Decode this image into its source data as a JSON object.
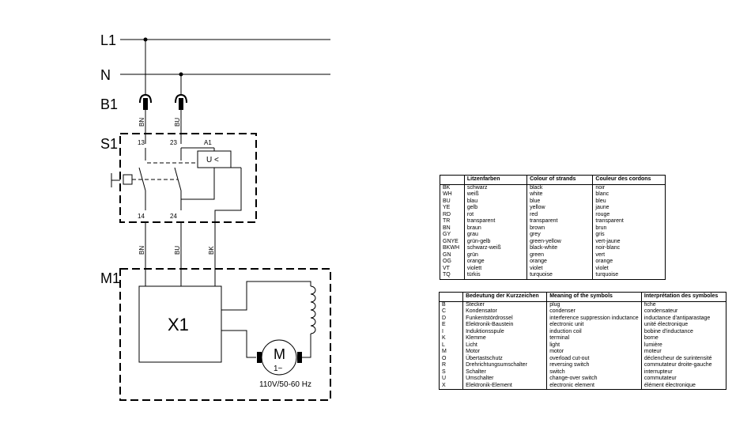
{
  "diagram": {
    "line_l1": "L1",
    "line_n": "N",
    "plug": "B1",
    "switch": "S1",
    "motor_unit": "M1",
    "electronic_element": "X1",
    "voltage_relay": "U <",
    "wire_upper_1": "BN",
    "wire_upper_2": "BU",
    "wire_lower_1": "BN",
    "wire_lower_2": "BU",
    "wire_lower_3": "BK",
    "terminal_13": "13",
    "terminal_23": "23",
    "terminal_a1": "A1",
    "terminal_14": "14",
    "terminal_24": "24",
    "motor_symbol": "M",
    "motor_phase": "1~",
    "rating": "110V/50-60 Hz"
  },
  "colour_table": {
    "headers": [
      "",
      "Litzenfarben",
      "Colour of strands",
      "Couleur des cordons"
    ],
    "rows": [
      [
        "BK",
        "schwarz",
        "black",
        "noir"
      ],
      [
        "WH",
        "weiß",
        "white",
        "blanc"
      ],
      [
        "BU",
        "blau",
        "blue",
        "bleu"
      ],
      [
        "YE",
        "gelb",
        "yellow",
        "jaune"
      ],
      [
        "RD",
        "rot",
        "red",
        "rouge"
      ],
      [
        "TR",
        "transparent",
        "transparent",
        "transparent"
      ],
      [
        "BN",
        "braun",
        "brown",
        "brun"
      ],
      [
        "GY",
        "grau",
        "grey",
        "gris"
      ],
      [
        "GNYE",
        "grün-gelb",
        "green-yellow",
        "vert-jaune"
      ],
      [
        "BKWH",
        "schwarz-weiß",
        "black-white",
        "noir-blanc"
      ],
      [
        "GN",
        "grün",
        "green",
        "vert"
      ],
      [
        "OG",
        "orange",
        "orange",
        "orange"
      ],
      [
        "VT",
        "violett",
        "violet",
        "violet"
      ],
      [
        "TQ",
        "türkis",
        "turquoise",
        "turquoise"
      ]
    ]
  },
  "symbol_table": {
    "headers": [
      "",
      "Bedeutung der Kurzzeichen",
      "Meaning of the symbols",
      "Interprétation des symboles"
    ],
    "rows": [
      [
        "B",
        "Stecker",
        "plug",
        "fiche"
      ],
      [
        "C",
        "Kondensator",
        "condenser",
        "condensateur"
      ],
      [
        "D",
        "Funkentstördrossel",
        "interference suppression inductance",
        "inductance d'antiparastage"
      ],
      [
        "E",
        "Elektronik-Baustein",
        "electronic unit",
        "unité électronique"
      ],
      [
        "I",
        "Induktionsspule",
        "induction coil",
        "bobine d'inductance"
      ],
      [
        "K",
        "Klemme",
        "terminal",
        "borne"
      ],
      [
        "L",
        "Licht",
        "light",
        "lumière"
      ],
      [
        "M",
        "Motor",
        "motor",
        "moteur"
      ],
      [
        "O",
        "Übertastschutz",
        "overload cut-out",
        "déclencheur de surintensité"
      ],
      [
        "R",
        "Drehrichtungsumschalter",
        "reversing switch",
        "commutateur droite-gauche"
      ],
      [
        "S",
        "Schalter",
        "switch",
        "interrupteur"
      ],
      [
        "U",
        "Umschalter",
        "change-over switch",
        "commutateur"
      ],
      [
        "X",
        "Elektronik-Element",
        "electronic element",
        "élément électronique"
      ]
    ]
  }
}
